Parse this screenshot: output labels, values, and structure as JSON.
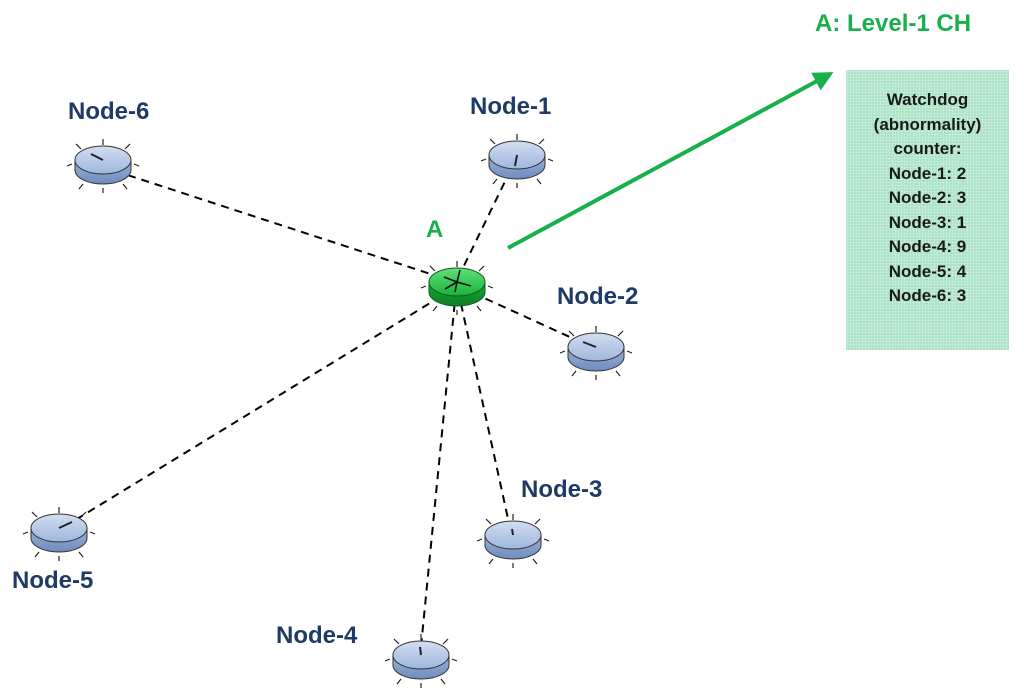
{
  "title": "A: Level-1 CH",
  "hub": {
    "label": "A",
    "color": "#1fbf45"
  },
  "nodes": [
    {
      "id": "node-1",
      "label": "Node-1"
    },
    {
      "id": "node-2",
      "label": "Node-2"
    },
    {
      "id": "node-3",
      "label": "Node-3"
    },
    {
      "id": "node-4",
      "label": "Node-4"
    },
    {
      "id": "node-5",
      "label": "Node-5"
    },
    {
      "id": "node-6",
      "label": "Node-6"
    }
  ],
  "watchdog": {
    "header": [
      "Watchdog",
      "(abnormality)",
      "counter:"
    ],
    "counts": [
      {
        "node": "Node-1",
        "count": 2,
        "text": "Node-1: 2"
      },
      {
        "node": "Node-2",
        "count": 3,
        "text": "Node-2: 3"
      },
      {
        "node": "Node-3",
        "count": 1,
        "text": "Node-3: 1"
      },
      {
        "node": "Node-4",
        "count": 9,
        "text": "Node-4: 9"
      },
      {
        "node": "Node-5",
        "count": 4,
        "text": "Node-5: 4"
      },
      {
        "node": "Node-6",
        "count": 3,
        "text": "Node-6: 3"
      }
    ]
  },
  "colors": {
    "node_fill": "#a9bfe0",
    "node_label": "#1f3a66",
    "accent_green": "#17b04a",
    "box_fill": "#a8e2c4",
    "link": "#000000"
  }
}
